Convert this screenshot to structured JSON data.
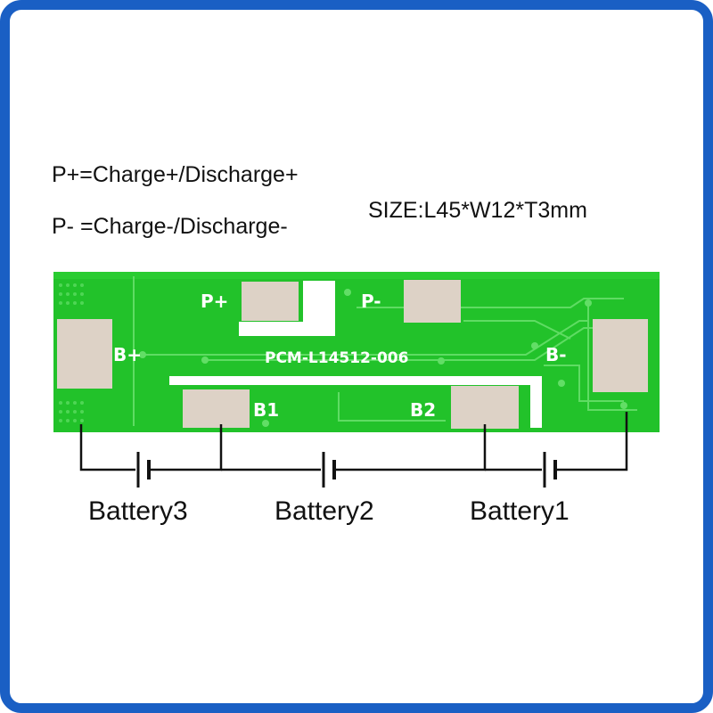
{
  "legend": {
    "p_plus": "P+=Charge+/Discharge+",
    "p_minus": "P- =Charge-/Discharge-",
    "size": "SIZE:L45*W12*T3mm"
  },
  "board": {
    "part_number": "PCM-L14512-006",
    "pads": {
      "p_plus": "P+",
      "p_minus": "P-",
      "b_plus": "B+",
      "b_minus": "B-",
      "b1": "B1",
      "b2": "B2"
    }
  },
  "batteries": [
    "Battery3",
    "Battery2",
    "Battery1"
  ],
  "colors": {
    "frame": "#1a5fc4",
    "pcb": "#22c22a",
    "pad": "#ddd2c6",
    "silkscreen": "#ffffff",
    "wire": "#111111"
  }
}
